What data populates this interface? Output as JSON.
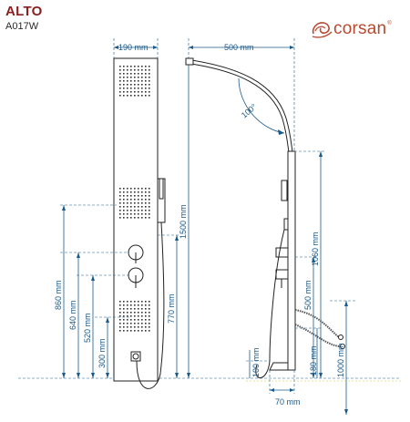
{
  "header": {
    "title": "ALTO",
    "model": "A017W"
  },
  "brand": {
    "logo_icon": "corsan-swirl-logo",
    "name": "corsan",
    "reg": "®",
    "color": "#b64a2f"
  },
  "colors": {
    "dimension": "#1a5a8a",
    "title": "#8a1f1f",
    "outline": "#222222",
    "floor_guide": "#d8c237"
  },
  "dimensions": {
    "width_panel": "190 mm",
    "reach_arm": "500 mm",
    "angle": "100°",
    "height_total": "1500 mm",
    "height_1060": "1060 mm",
    "height_860": "860 mm",
    "height_770": "770 mm",
    "height_640": "640 mm",
    "height_520": "520 mm",
    "height_500": "500 mm",
    "height_300": "300 mm",
    "height_180": "180 mm",
    "height_100": "100 mm",
    "height_1000": "1000 mm",
    "depth_70": "70 mm"
  }
}
